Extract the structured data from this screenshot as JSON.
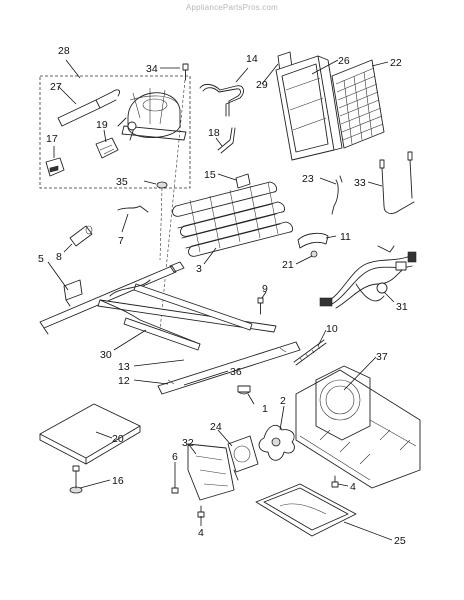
{
  "watermark": "AppliancePartsPros.com",
  "callouts": {
    "c1": "1",
    "c2": "2",
    "c3": "3",
    "c4a": "4",
    "c4b": "4",
    "c5": "5",
    "c6": "6",
    "c7": "7",
    "c8": "8",
    "c9": "9",
    "c10": "10",
    "c11": "11",
    "c12": "12",
    "c13": "13",
    "c14": "14",
    "c15": "15",
    "c16": "16",
    "c17": "17",
    "c18": "18",
    "c19": "19",
    "c20": "20",
    "c21": "21",
    "c22": "22",
    "c23": "23",
    "c24": "24",
    "c25": "25",
    "c26": "26",
    "c27": "27",
    "c28": "28",
    "c29": "29",
    "c30": "30",
    "c31": "31",
    "c32": "32",
    "c33": "33",
    "c34": "34",
    "c35": "35",
    "c36": "36",
    "c37": "37"
  }
}
